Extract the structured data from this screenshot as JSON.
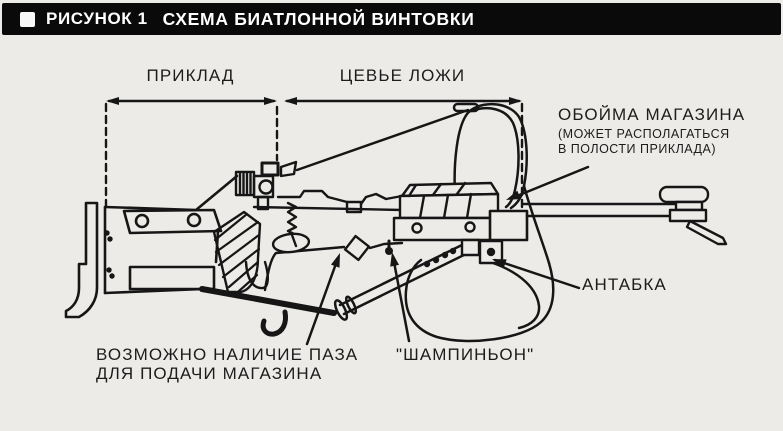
{
  "page": {
    "background_color": "#ecebe8",
    "ink_color": "#161616"
  },
  "header": {
    "bg_color": "#0a0a0a",
    "text_color": "#ffffff",
    "bullet_icon": "white-square",
    "figure_label": "РИСУНОК 1",
    "title": "СХЕМА БИАТЛОННОЙ ВИНТОВКИ"
  },
  "diagram": {
    "labels": {
      "priklad": "ПРИКЛАД",
      "tsevye": "ЦЕВЬЕ ЛОЖИ",
      "oboyma_title": "ОБОЙМА МАГАЗИНА",
      "oboyma_note1": "(МОЖЕТ РАСПОЛАГАТЬСЯ",
      "oboyma_note2": "В ПОЛОСТИ ПРИКЛАДА)",
      "antabka": "АНТАБКА",
      "paz_line1": "ВОЗМОЖНО НАЛИЧИЕ ПАЗА",
      "paz_line2": "ДЛЯ ПОДАЧИ МАГАЗИНА",
      "champignon": "\"ШАМПИНЬОН\""
    }
  }
}
